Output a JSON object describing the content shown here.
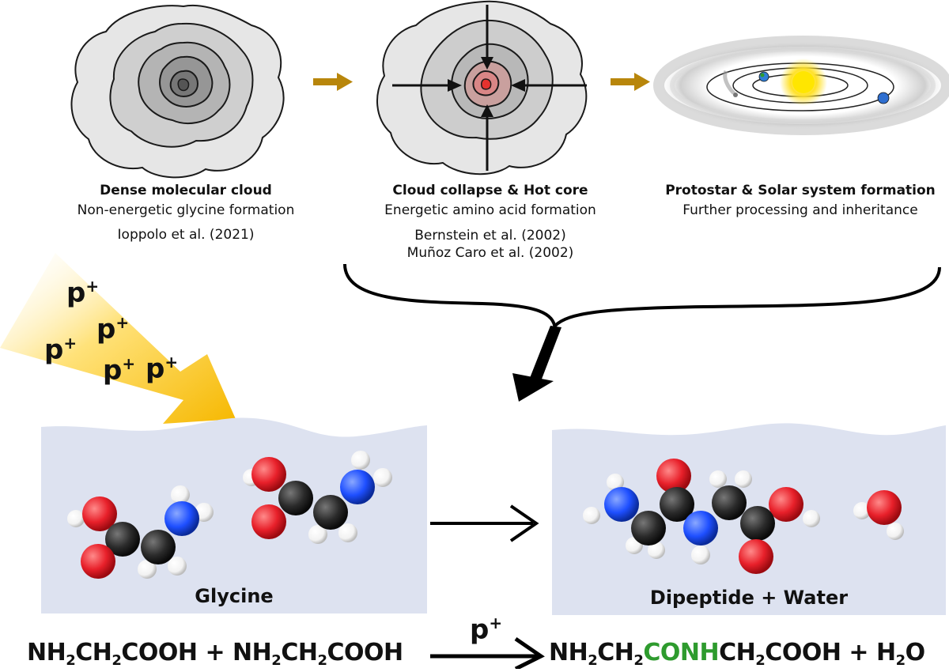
{
  "stages": [
    {
      "title": "Dense molecular cloud",
      "subtitle": "Non-energetic glycine formation",
      "refs": [
        "Ioppolo et al. (2021)"
      ]
    },
    {
      "title": "Cloud collapse & Hot core",
      "subtitle": "Energetic amino acid formation",
      "refs": [
        "Bernstein et al. (2002)",
        "Muñoz Caro et al. (2002)"
      ]
    },
    {
      "title": "Protostar & Solar system formation",
      "subtitle": "Further processing and inheritance",
      "refs": []
    }
  ],
  "proton_labels": [
    "p",
    "p",
    "p",
    "p",
    "p"
  ],
  "proton_charge": "+",
  "boxes": {
    "left_label": "Glycine",
    "right_label": "Dipeptide + Water"
  },
  "equation": {
    "left": {
      "a1": "NH",
      "a2": "2",
      "a3": "CH",
      "a4": "2",
      "a5": "COOH + NH",
      "a6": "2",
      "a7": "CH",
      "a8": "2",
      "a9": "COOH"
    },
    "arrow_label": "p",
    "arrow_label_charge": "+",
    "right": {
      "b1": "NH",
      "b2": "2",
      "b3": "CH",
      "b4": "2",
      "b5": "CONH",
      "b6": "CH",
      "b7": "2",
      "b8": "COOH + H",
      "b9": "2",
      "b10": "O"
    }
  },
  "colors": {
    "arrow_gold": "#b8860b",
    "peptide_bond": "#2e9b2e",
    "box_fill": "#dde2f0",
    "oxygen": "#e8202a",
    "nitrogen": "#1e4fff",
    "carbon": "#2b2b2b",
    "hydrogen": "#ffffff"
  }
}
